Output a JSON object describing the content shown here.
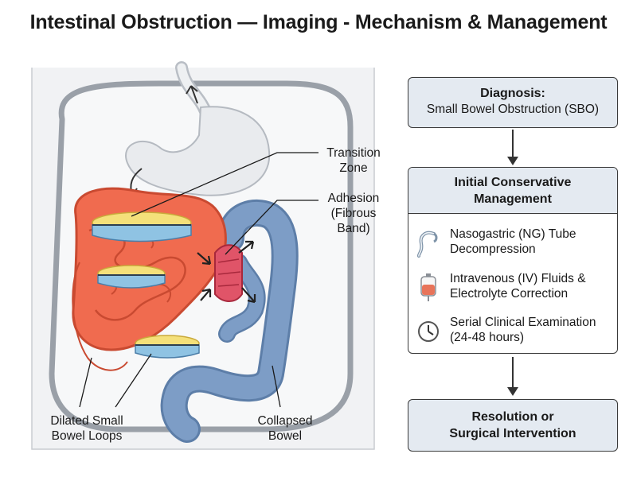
{
  "title": "Intestinal Obstruction — Imaging - Mechanism & Management",
  "labels": {
    "transition_zone": "Transition\nZone",
    "adhesion": "Adhesion\n(Fibrous\nBand)",
    "dilated_loops": "Dilated Small\nBowel Loops",
    "collapsed_bowel": "Collapsed\nBowel"
  },
  "flow": {
    "diagnosis": {
      "title": "Diagnosis:",
      "subtitle": "Small Bowel Obstruction (SBO)"
    },
    "management": {
      "title": "Initial Conservative\nManagement",
      "items": [
        {
          "icon": "ng-tube-icon",
          "text": "Nasogastric (NG) Tube\nDecompression"
        },
        {
          "icon": "iv-bag-icon",
          "text": "Intravenous (IV) Fluids &\nElectrolyte Correction"
        },
        {
          "icon": "clock-icon",
          "text": "Serial Clinical Examination\n(24-48 hours)"
        }
      ]
    },
    "outcome": {
      "title": "Resolution or\nSurgical Intervention"
    }
  },
  "colors": {
    "dilated_bowel": "#f06b4f",
    "collapsed_bowel": "#6f8fb8",
    "fluid": "#8fc3e3",
    "gas": "#f4e07a",
    "adhesion": "#e05468",
    "box_fill": "#e4eaf1",
    "body_outline": "#9aa0a8"
  }
}
